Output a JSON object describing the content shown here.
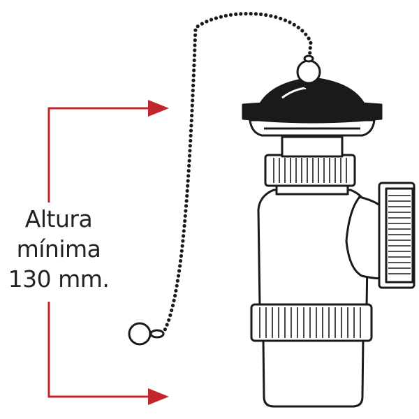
{
  "label": {
    "line1": "Altura",
    "line2": "mínima",
    "line3": "130 mm."
  },
  "colors": {
    "arrow": "#c0262c",
    "outline": "#1a1a1a",
    "fill": "#ffffff",
    "text": "#222222"
  }
}
